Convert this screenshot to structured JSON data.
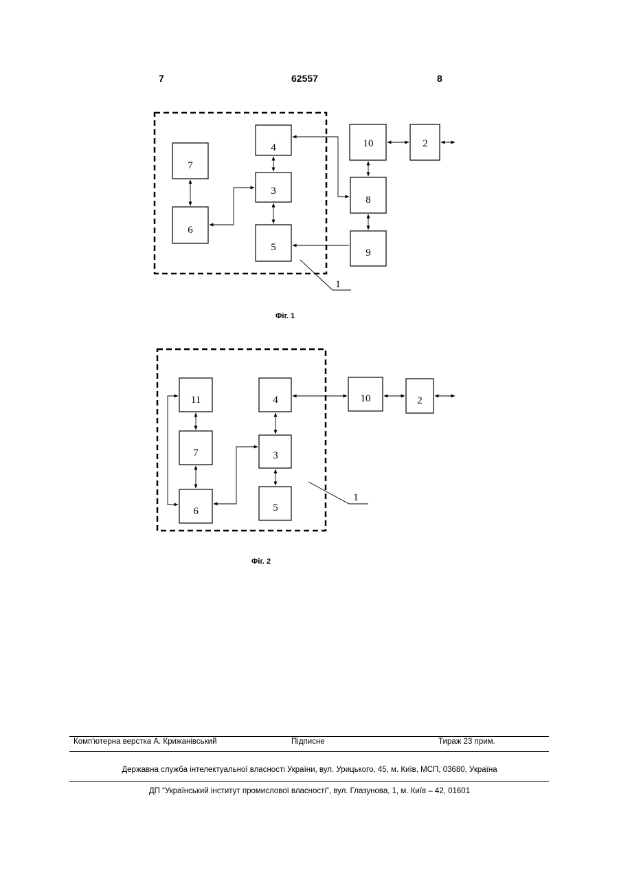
{
  "header": {
    "left_page": "7",
    "patent_number": "62557",
    "right_page": "8"
  },
  "figure1": {
    "caption": "Фіг. 1",
    "blocks": {
      "b1": "1",
      "b2": "2",
      "b3": "3",
      "b4": "4",
      "b5": "5",
      "b6": "6",
      "b7": "7",
      "b8": "8",
      "b9": "9",
      "b10": "10"
    }
  },
  "figure2": {
    "caption": "Фіг. 2",
    "blocks": {
      "b1": "1",
      "b2": "2",
      "b3": "3",
      "b4": "4",
      "b5": "5",
      "b6": "6",
      "b7": "7",
      "b10": "10",
      "b11": "11"
    }
  },
  "footer": {
    "layout": "Комп'ютерна верстка А. Крижанівський",
    "signed": "Підписне",
    "circulation": "Тираж 23 прим.",
    "agency": "Державна служба інтелектуальної власності України, вул. Урицького, 45, м. Київ, МСП, 03680, Україна",
    "institute": "ДП “Український інститут промислової власності”, вул. Глазунова, 1, м. Київ – 42, 01601"
  }
}
